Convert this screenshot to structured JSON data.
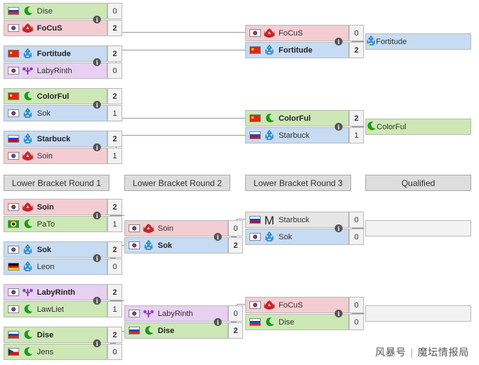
{
  "headers": [
    "Lower Bracket Round 1",
    "Lower Bracket Round 2",
    "Lower Bracket Round 3",
    "Qualified"
  ],
  "upper_round1": [
    {
      "top": {
        "flag": "ru",
        "race": "zerg",
        "name": "Dise",
        "score": "0",
        "win": false
      },
      "bottom": {
        "flag": "kr",
        "race": "protoss",
        "name": "FoCuS",
        "score": "2",
        "win": true
      }
    },
    {
      "top": {
        "flag": "cn",
        "race": "terran",
        "name": "Fortitude",
        "score": "2",
        "win": true
      },
      "bottom": {
        "flag": "kr",
        "race": "random",
        "name": "LabyRinth",
        "score": "0",
        "win": false
      }
    },
    {
      "top": {
        "flag": "cn",
        "race": "zerg",
        "name": "ColorFul",
        "score": "2",
        "win": true
      },
      "bottom": {
        "flag": "kr",
        "race": "terran",
        "name": "Sok",
        "score": "1",
        "win": false
      }
    },
    {
      "top": {
        "flag": "si",
        "race": "terran",
        "name": "Starbuck",
        "score": "2",
        "win": true
      },
      "bottom": {
        "flag": "kr",
        "race": "protoss",
        "name": "Soin",
        "score": "1",
        "win": false
      }
    }
  ],
  "upper_round2": [
    {
      "top": {
        "flag": "kr",
        "race": "protoss",
        "name": "FoCuS",
        "score": "0",
        "win": false
      },
      "bottom": {
        "flag": "cn",
        "race": "terran",
        "name": "Fortitude",
        "score": "2",
        "win": true
      }
    },
    {
      "top": {
        "flag": "cn",
        "race": "zerg",
        "name": "ColorFul",
        "score": "2",
        "win": true
      },
      "bottom": {
        "flag": "si",
        "race": "terran",
        "name": "Starbuck",
        "score": "1",
        "win": false
      }
    }
  ],
  "upper_qualified": [
    {
      "flag": "cn",
      "race": "terran",
      "name": "Fortitude"
    },
    {
      "flag": "cn",
      "race": "zerg",
      "name": "ColorFul"
    }
  ],
  "lower_round1": [
    {
      "top": {
        "flag": "kr",
        "race": "protoss",
        "name": "Soin",
        "score": "2",
        "win": true
      },
      "bottom": {
        "flag": "br",
        "race": "zerg",
        "name": "PaTo",
        "score": "1",
        "win": false
      }
    },
    {
      "top": {
        "flag": "kr",
        "race": "terran",
        "name": "Sok",
        "score": "2",
        "win": true
      },
      "bottom": {
        "flag": "de",
        "race": "terran",
        "name": "Leon",
        "score": "0",
        "win": false
      }
    },
    {
      "top": {
        "flag": "kr",
        "race": "random",
        "name": "LabyRinth",
        "score": "2",
        "win": true
      },
      "bottom": {
        "flag": "kr",
        "race": "zerg",
        "name": "LawLiet",
        "score": "1",
        "win": false
      }
    },
    {
      "top": {
        "flag": "ru",
        "race": "zerg",
        "name": "Dise",
        "score": "2",
        "win": true
      },
      "bottom": {
        "flag": "cz",
        "race": "zerg",
        "name": "Jens",
        "score": "0",
        "win": false
      }
    }
  ],
  "lower_round2": [
    {
      "top": {
        "flag": "kr",
        "race": "protoss",
        "name": "Soin",
        "score": "0",
        "win": false
      },
      "bottom": {
        "flag": "kr",
        "race": "terran",
        "name": "Sok",
        "score": "2",
        "win": true
      }
    },
    {
      "top": {
        "flag": "kr",
        "race": "random",
        "name": "LabyRinth",
        "score": "0",
        "win": false
      },
      "bottom": {
        "flag": "ru",
        "race": "zerg",
        "name": "Dise",
        "score": "2",
        "win": true
      }
    }
  ],
  "lower_round3": [
    {
      "top": {
        "flag": "si",
        "race": "m",
        "name": "Starbuck",
        "score": "0",
        "win": false
      },
      "bottom": {
        "flag": "kr",
        "race": "terran",
        "name": "Sok",
        "score": "0",
        "win": false
      }
    },
    {
      "top": {
        "flag": "kr",
        "race": "protoss",
        "name": "FoCuS",
        "score": "0",
        "win": false
      },
      "bottom": {
        "flag": "ru",
        "race": "zerg",
        "name": "Dise",
        "score": "0",
        "win": false
      }
    }
  ],
  "info_glyph": "i",
  "watermark": {
    "left": "风暴号",
    "right": "魔坛情报局"
  }
}
